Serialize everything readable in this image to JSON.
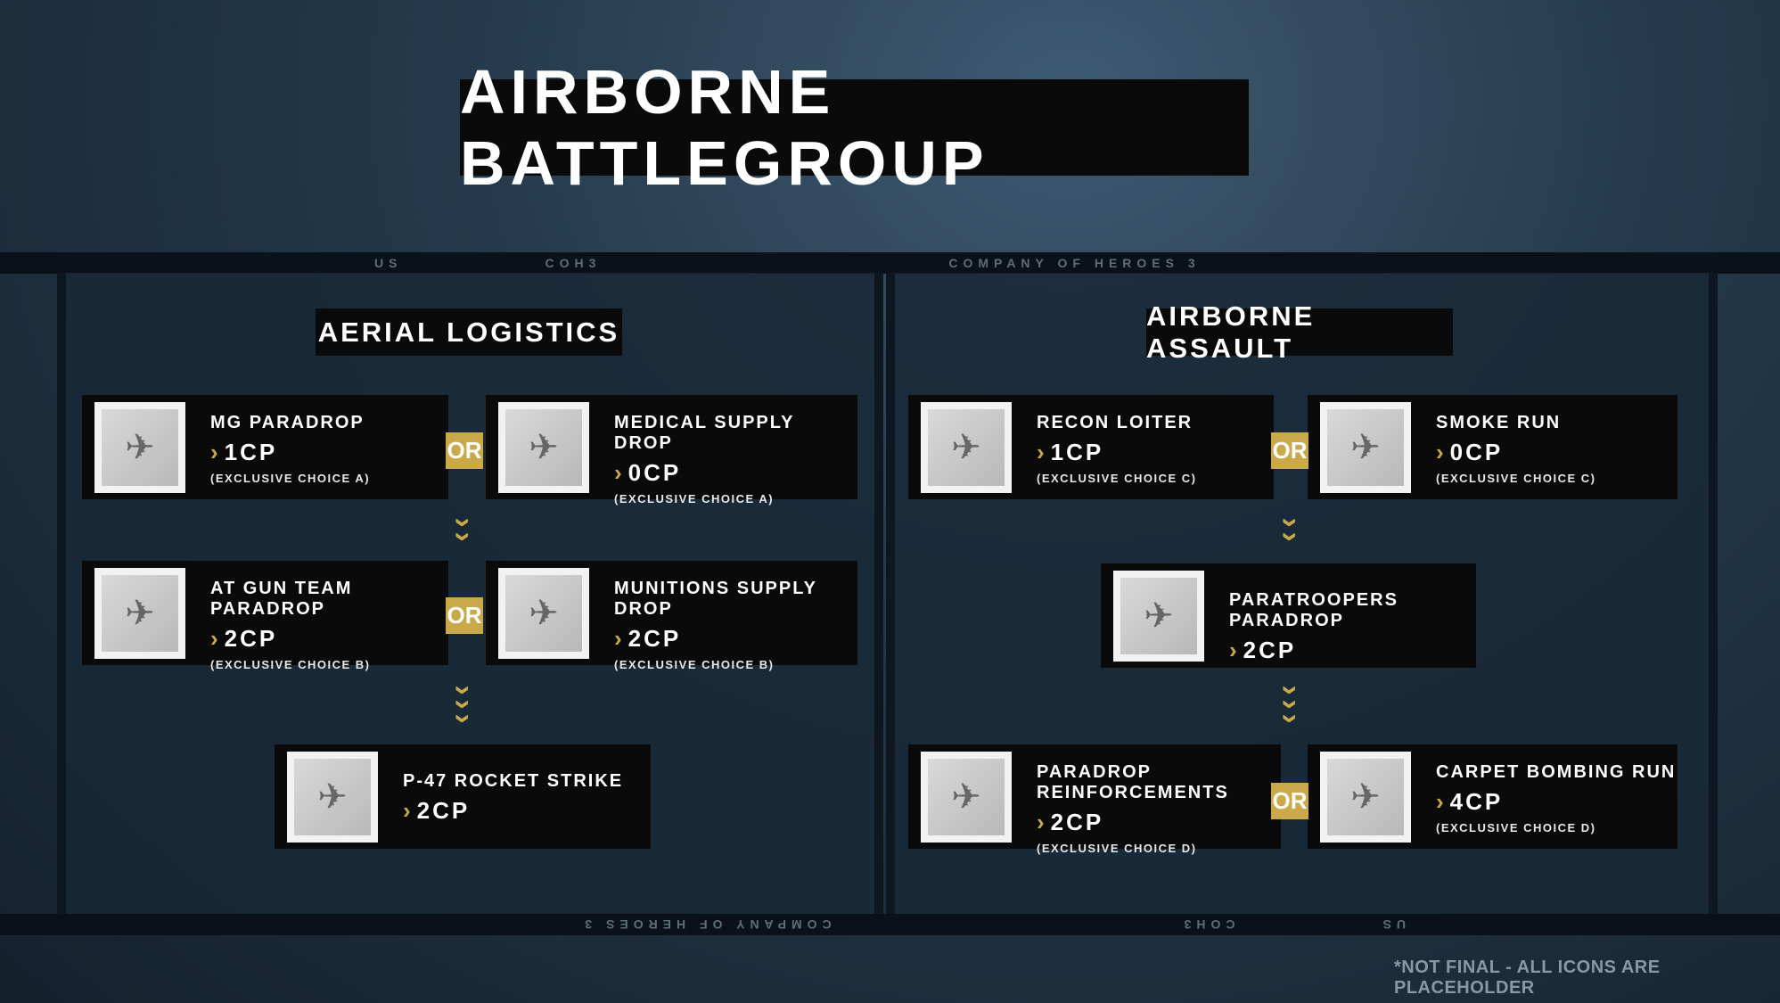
{
  "title": "AIRBORNE BATTLEGROUP",
  "strip_text": [
    "US",
    "COH3",
    "COMPANY OF HEROES 3"
  ],
  "branches": [
    {
      "header": "AERIAL LOGISTICS",
      "cards": [
        {
          "name": "MG PARADROP",
          "cost": "1CP",
          "note": "(EXCLUSIVE CHOICE A)",
          "icon": "mg-paradrop-icon"
        },
        {
          "name": "MEDICAL SUPPLY DROP",
          "cost": "0CP",
          "note": "(EXCLUSIVE CHOICE A)",
          "icon": "medical-supply-icon"
        },
        {
          "name": "AT GUN TEAM PARADROP",
          "cost": "2CP",
          "note": "(EXCLUSIVE CHOICE B)",
          "icon": "at-gun-paradrop-icon"
        },
        {
          "name": "MUNITIONS SUPPLY DROP",
          "cost": "2CP",
          "note": "(EXCLUSIVE CHOICE B)",
          "icon": "munitions-supply-icon"
        },
        {
          "name": "P-47 ROCKET STRIKE",
          "cost": "2CP",
          "icon": "p47-icon"
        }
      ]
    },
    {
      "header": "AIRBORNE ASSAULT",
      "cards": [
        {
          "name": "RECON LOITER",
          "cost": "1CP",
          "note": "(EXCLUSIVE CHOICE C)",
          "icon": "recon-plane-icon"
        },
        {
          "name": "SMOKE RUN",
          "cost": "0CP",
          "note": "(EXCLUSIVE CHOICE C)",
          "icon": "smoke-run-icon"
        },
        {
          "name": "PARATROOPERS PARADROP",
          "cost": "2CP",
          "icon": "paratrooper-icon"
        },
        {
          "name": "PARADROP REINFORCEMENTS",
          "cost": "2CP",
          "note": "(EXCLUSIVE CHOICE D)",
          "icon": "medic-cross-icon"
        },
        {
          "name": "CARPET BOMBING RUN",
          "cost": "4CP",
          "note": "(EXCLUSIVE CHOICE D)",
          "icon": "bomber-icon"
        }
      ]
    }
  ],
  "or_label": "OR",
  "chevron": "›",
  "footnote": "*NOT FINAL - ALL ICONS ARE PLACEHOLDER",
  "colors": {
    "accent": "#c9a94a"
  }
}
